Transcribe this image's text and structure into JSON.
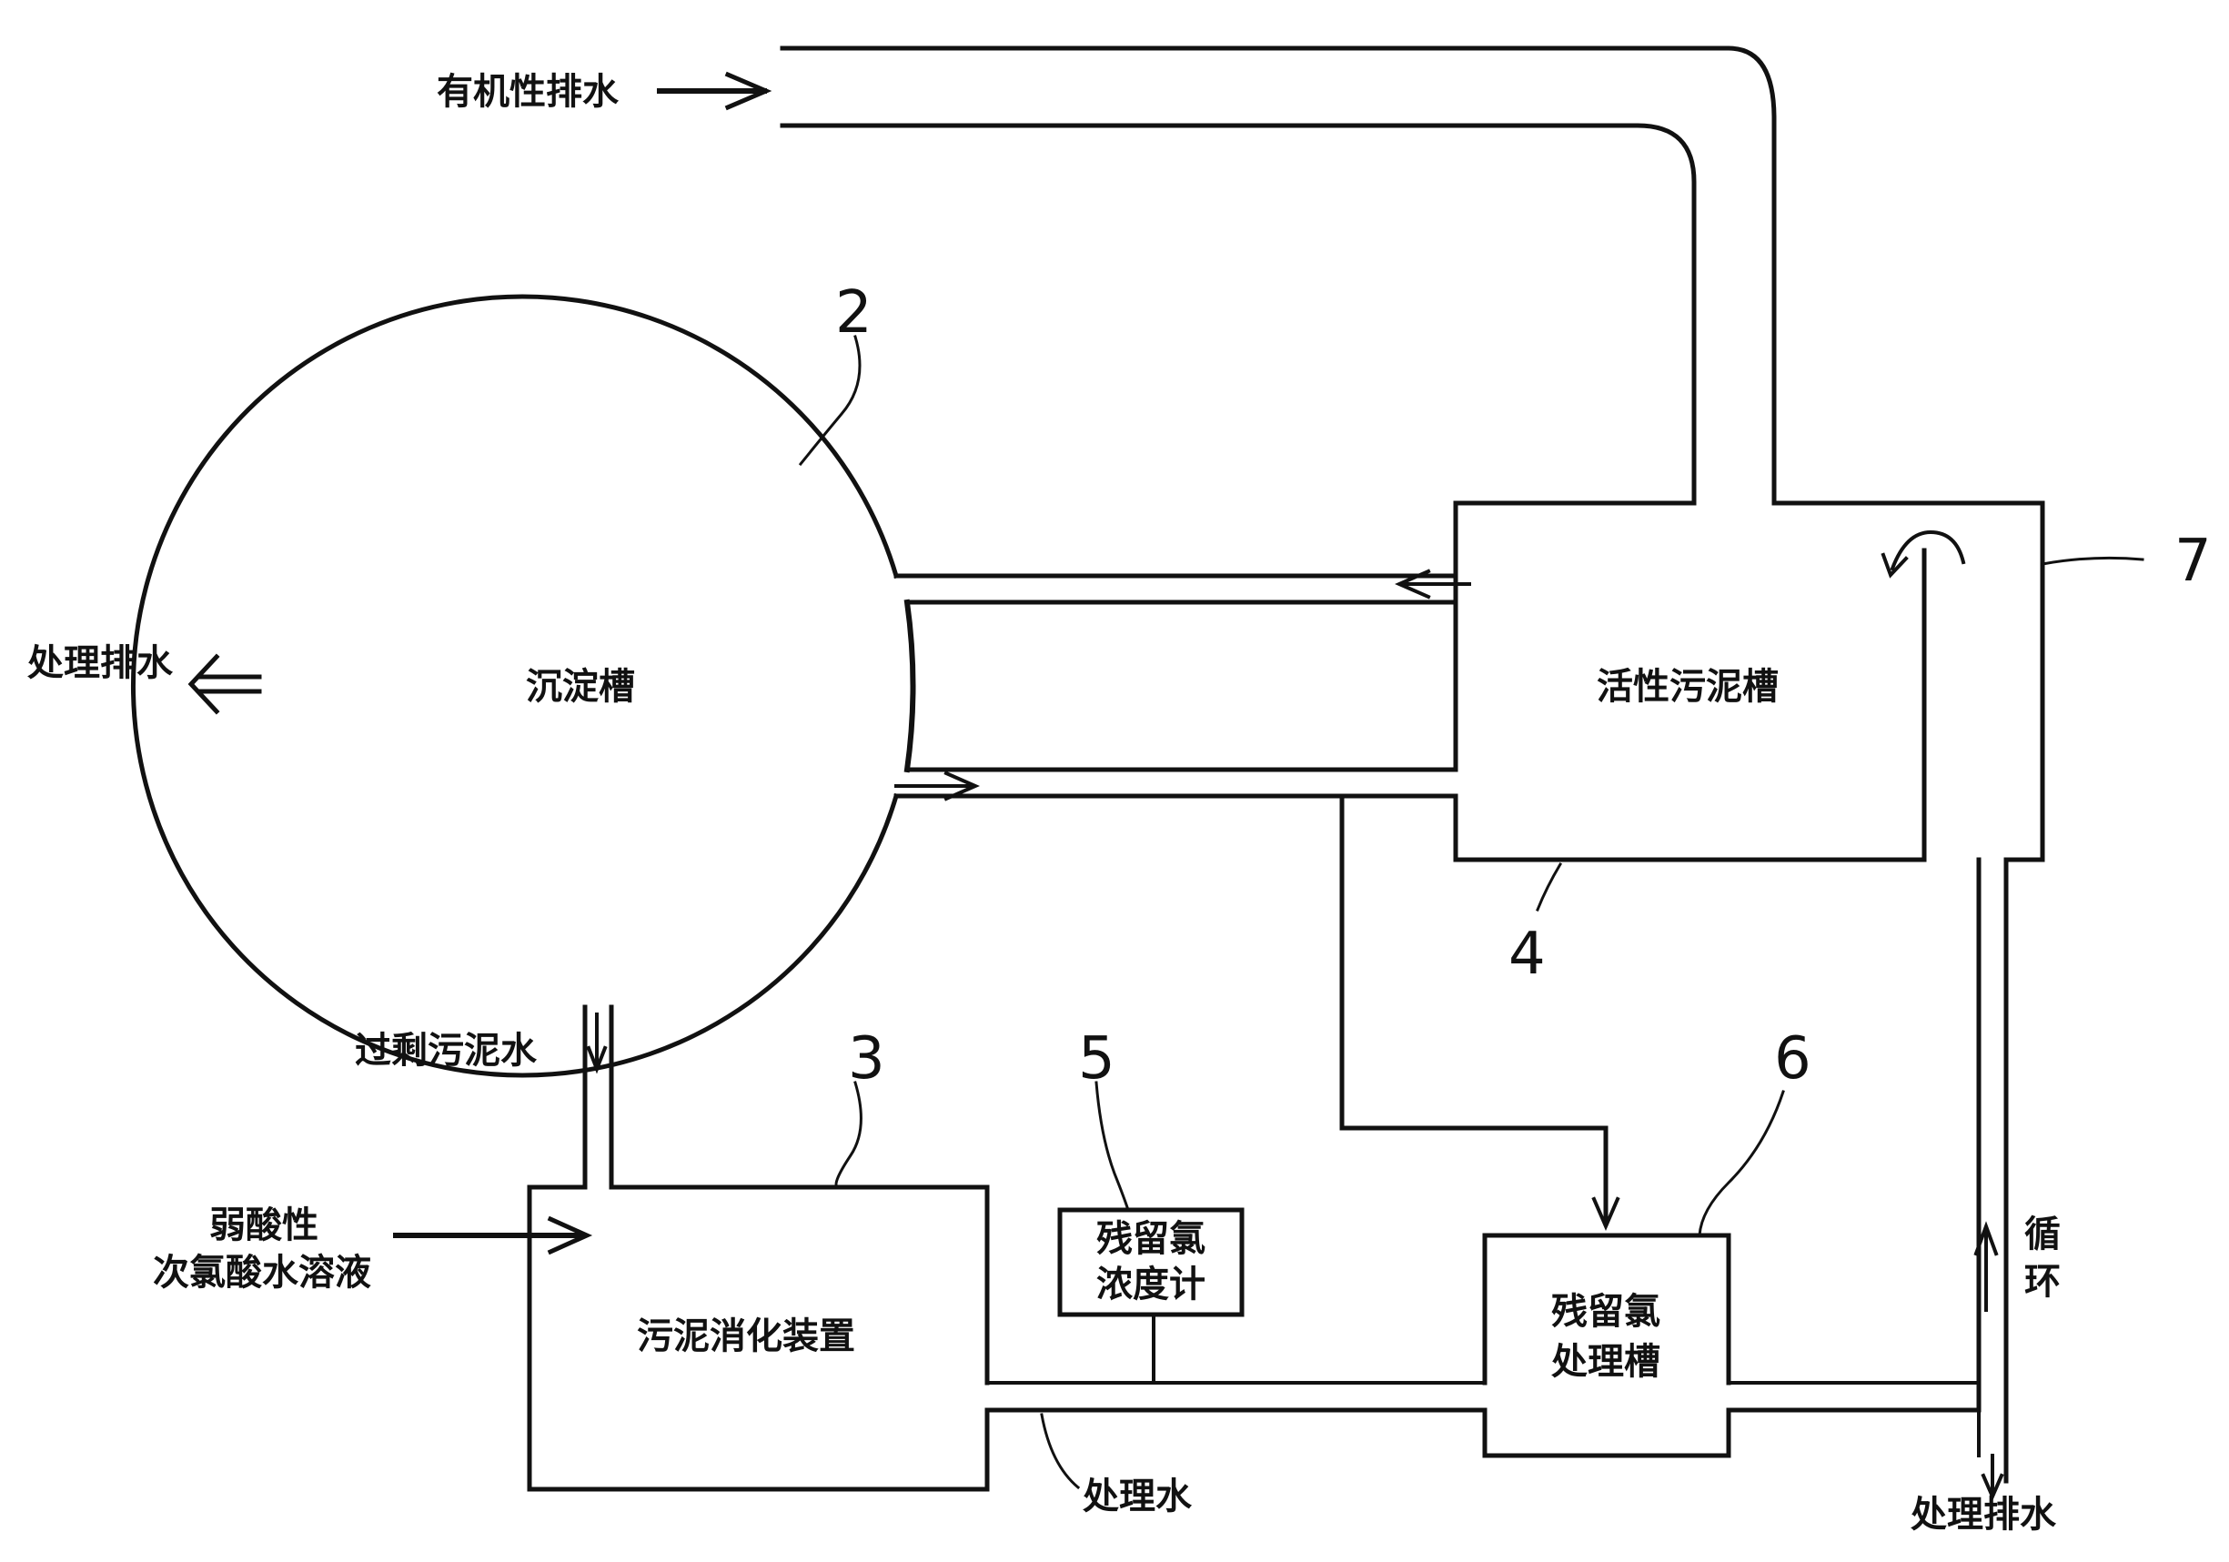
{
  "labels": {
    "organic_wastewater": "有机性排水",
    "treated_drain_left": "处理排水",
    "settling_tank": "沉淀槽",
    "activated_sludge_tank": "活性污泥槽",
    "excess_sludge_water": "过剩污泥水",
    "weak_acid_line1": "弱酸性",
    "weak_acid_line2": "次氯酸水溶液",
    "sludge_digester": "污泥消化装置",
    "residual_chlorine_meter_line1": "残留氯",
    "residual_chlorine_meter_line2": "浓度计",
    "residual_chlorine_tank_line1": "残留氯",
    "residual_chlorine_tank_line2": "处理槽",
    "treated_water": "处理水",
    "circulation_char1": "循",
    "circulation_char2": "环",
    "treated_drain_bottom": "处理排水"
  },
  "numbers": {
    "n2": "2",
    "n3": "3",
    "n4": "4",
    "n5": "5",
    "n6": "6",
    "n7": "7"
  }
}
